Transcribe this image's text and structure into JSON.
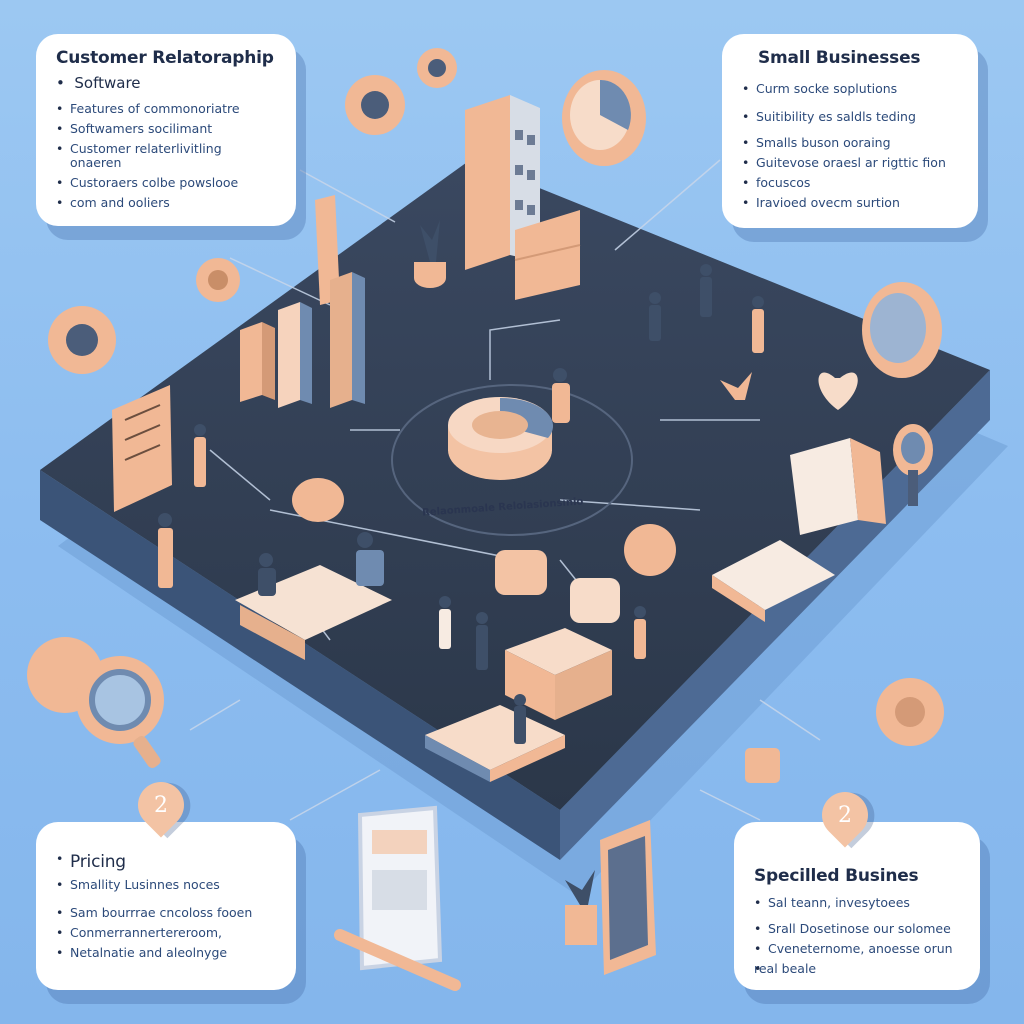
{
  "cards": {
    "top_left": {
      "title": "Customer Relatoraphip",
      "subtitle": "Software",
      "items": [
        "Features of commonoriatre",
        "Softwamers socilimant",
        "Customer relaterlivitling onaeren",
        "Custoraers colbe powslooe",
        "com and ooliers"
      ]
    },
    "top_right": {
      "title": "Small Businesses",
      "items": [
        "Curm socke soplutions",
        "Suitibility es saldls teding",
        "Smalls buson ooraing",
        "Guitevose oraesl ar rigttic fion",
        "focuscos",
        "Iravioed ovecm surtion"
      ]
    },
    "bottom_left": {
      "title": "Pricing",
      "items": [
        "Smallity Lusinnes noces",
        "Sam bourrrae cncoloss fooen",
        "Conmerrannertereroom,",
        "Netalnatie and aleolnyge"
      ]
    },
    "bottom_right": {
      "title": "Specilled Busines",
      "items": [
        "Sal teann, invesytoees",
        "Srall Dosetinose our solomee",
        "Cveneternome, anoesse orun",
        "real beale"
      ]
    }
  },
  "pins": {
    "left": "2",
    "right": "2"
  },
  "center_label": "Relaonmoale Relolasionsinio",
  "colors": {
    "background": "#8dbdf0",
    "platform": "#2e3b4f",
    "peach": "#f3c3a4",
    "slate_blue": "#6f8bb0",
    "card": "#ffffff"
  }
}
